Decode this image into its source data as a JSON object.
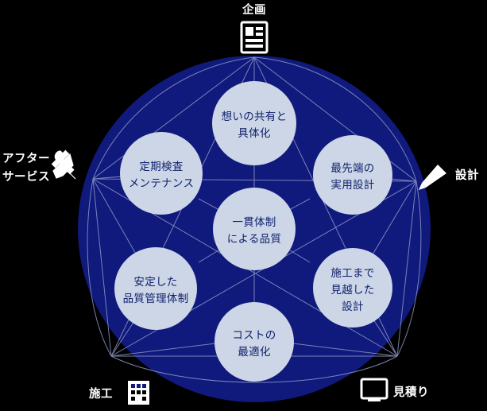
{
  "colors": {
    "background": "#000000",
    "disc": "#10197c",
    "node_fill": "#ccd6e6",
    "node_text": "#12226e",
    "spoke_line": "#8c96c4",
    "outer_text": "#ffffff",
    "icon": "#ffffff"
  },
  "diagram": {
    "title_center": {
      "id": "center-node",
      "lines": [
        "一貫体制",
        "による品質"
      ]
    },
    "inner_nodes": [
      {
        "id": "node-sharing",
        "lines": [
          "想いの共有と",
          "具体化"
        ]
      },
      {
        "id": "node-design",
        "lines": [
          "最先端の",
          "実用設計"
        ]
      },
      {
        "id": "node-construction",
        "lines": [
          "施工まで",
          "見越した",
          "設計"
        ]
      },
      {
        "id": "node-cost",
        "lines": [
          "コストの",
          "最適化"
        ]
      },
      {
        "id": "node-quality",
        "lines": [
          "安定した",
          "品質管理体制"
        ]
      },
      {
        "id": "node-maintenance",
        "lines": [
          "定期検査",
          "メンテナンス"
        ]
      }
    ],
    "outer_labels": [
      {
        "id": "outer-planning",
        "text": "企画",
        "icon": "document-icon",
        "position": "top"
      },
      {
        "id": "outer-design",
        "text": "設計",
        "icon": "pencil-icon",
        "position": "right"
      },
      {
        "id": "outer-estimate",
        "text": "見積り",
        "icon": "monitor-icon",
        "position": "bottom-right"
      },
      {
        "id": "outer-build",
        "text": "施工",
        "icon": "building-icon",
        "position": "bottom-left"
      },
      {
        "id": "outer-after1",
        "text": "アフター",
        "icon": "tools-icon",
        "position": "left-line1"
      },
      {
        "id": "outer-after2",
        "text": "サービス",
        "icon": "tools-icon",
        "position": "left-line2"
      }
    ]
  }
}
